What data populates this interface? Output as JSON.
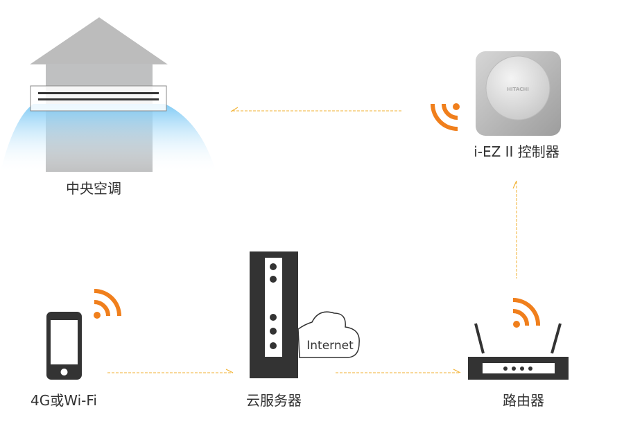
{
  "nodes": {
    "ac": {
      "label": "中央空调"
    },
    "controller": {
      "label": "i-EZ II 控制器",
      "brand": "HITACHI"
    },
    "phone": {
      "label": "4G或Wi-Fi"
    },
    "server": {
      "label": "云服务器",
      "cloud_label": "Internet"
    },
    "router": {
      "label": "路由器"
    }
  },
  "colors": {
    "accent": "#f07f1c",
    "arrow": "#f2b233",
    "dark": "#333333",
    "house": "#bfc0c1",
    "air": "#8fd0f5"
  }
}
